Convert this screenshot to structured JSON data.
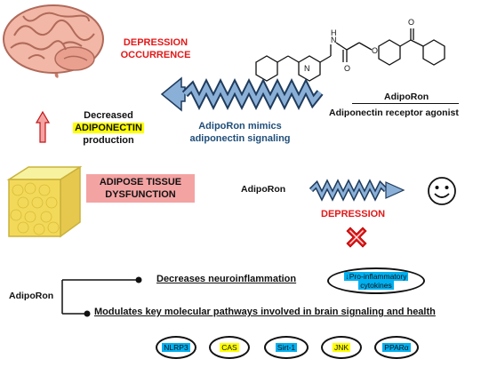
{
  "top": {
    "depression_occurrence_line1": "DEPRESSION",
    "depression_occurrence_line2": "OCCURRENCE",
    "compound_name": "AdipoRon",
    "compound_desc": "Adiponectin receptor agonist",
    "mimics_line1": "AdipoRon mimics",
    "mimics_line2": "adiponectin signaling"
  },
  "left": {
    "decreased_line1": "Decreased",
    "decreased_line2": "ADIPONECTIN",
    "decreased_line3": "production",
    "adipose_line1": "ADIPOSE TISSUE",
    "adipose_line2": "DYSFUNCTION"
  },
  "middle": {
    "adiporon_label": "AdipoRon",
    "depression_label": "DEPRESSION"
  },
  "bottom": {
    "adiporon_label": "AdipoRon",
    "branch1": "Decreases neuroinflammation",
    "branch2": "Modulates key molecular pathways involved in brain signaling and health",
    "cytokines_line1": "↓Pro-inflammatory",
    "cytokines_line2": "cytokines",
    "pathways": [
      "NLRP3",
      "CAS",
      "Sirt-1",
      "JNK",
      "PPARα"
    ]
  },
  "colors": {
    "red": "#e31818",
    "navy": "#1f4e79",
    "pink_highlight": "#f4a3a3",
    "yellow_highlight": "#ffff00",
    "cyan_highlight": "#00b0f0",
    "arrow_blue": "#8ab0d8"
  },
  "icons": [
    "brain-icon",
    "chemical-structure",
    "zigzag-arrow-icon",
    "adipose-tissue-icon",
    "smiley-icon",
    "red-x-icon",
    "up-arrow-icon"
  ]
}
